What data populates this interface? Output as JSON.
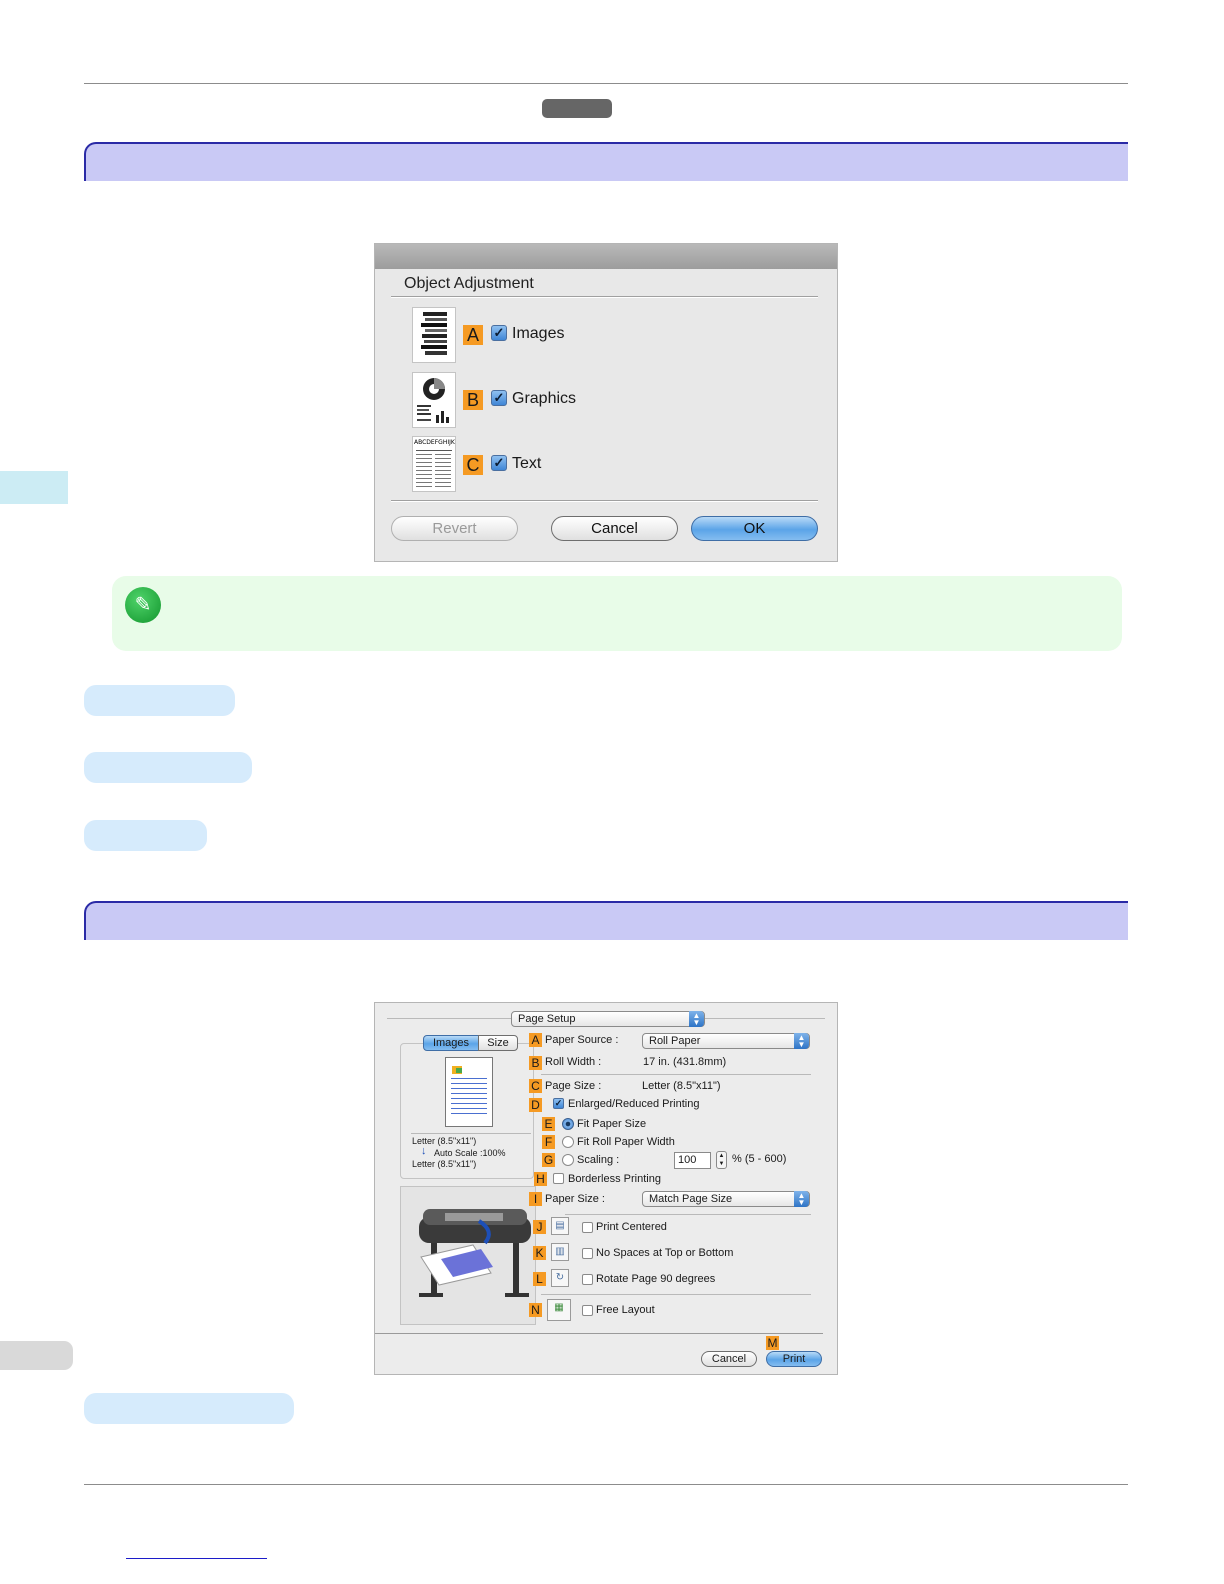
{
  "object_adjustment_dialog": {
    "heading": "Object Adjustment",
    "options": [
      {
        "badge": "A",
        "label": "Images",
        "checked": true
      },
      {
        "badge": "B",
        "label": "Graphics",
        "checked": true
      },
      {
        "badge": "C",
        "label": "Text",
        "checked": true
      }
    ],
    "thumb_text_header": "ABCDEFGHIJK",
    "buttons": {
      "revert": "Revert",
      "cancel": "Cancel",
      "ok": "OK"
    }
  },
  "page_setup_dialog": {
    "menu": "Page Setup",
    "tabs": {
      "images": "Images",
      "size": "Size"
    },
    "preview_caption": {
      "line1": "Letter (8.5\"x11\")",
      "line2": "Auto Scale :100%",
      "line3": "Letter (8.5\"x11\")"
    },
    "paper_source": {
      "badge": "A",
      "label": "Paper Source :",
      "value": "Roll Paper"
    },
    "roll_width": {
      "badge": "B",
      "label": "Roll Width :",
      "value": "17 in. (431.8mm)"
    },
    "page_size": {
      "badge": "C",
      "label": "Page Size :",
      "value": "Letter (8.5\"x11\")"
    },
    "enlarged_reduced": {
      "badge": "D",
      "label": "Enlarged/Reduced Printing",
      "checked": true
    },
    "fit_paper_size": {
      "badge": "E",
      "label": "Fit Paper Size",
      "selected": true
    },
    "fit_roll_width": {
      "badge": "F",
      "label": "Fit Roll Paper Width",
      "selected": false
    },
    "scaling": {
      "badge": "G",
      "label": "Scaling :",
      "value": "100",
      "range": "% (5 - 600)",
      "selected": false
    },
    "borderless": {
      "badge": "H",
      "label": "Borderless Printing",
      "checked": false
    },
    "paper_size": {
      "badge": "I",
      "label": "Paper Size :",
      "value": "Match Page Size"
    },
    "print_centered": {
      "badge": "J",
      "label": "Print Centered",
      "checked": false
    },
    "no_spaces": {
      "badge": "K",
      "label": "No Spaces at Top or Bottom",
      "checked": false
    },
    "rotate": {
      "badge": "L",
      "label": "Rotate Page 90 degrees",
      "checked": false
    },
    "print_badge": "M",
    "free_layout": {
      "badge": "N",
      "label": "Free Layout",
      "checked": false
    },
    "buttons": {
      "cancel": "Cancel",
      "print": "Print"
    }
  },
  "colors": {
    "section_bar": "#c9c9f5",
    "section_border": "#2a2aa6",
    "note_bg": "#e8fce8",
    "pill_bg": "#d6ebfc",
    "badge": "#f59a23"
  }
}
